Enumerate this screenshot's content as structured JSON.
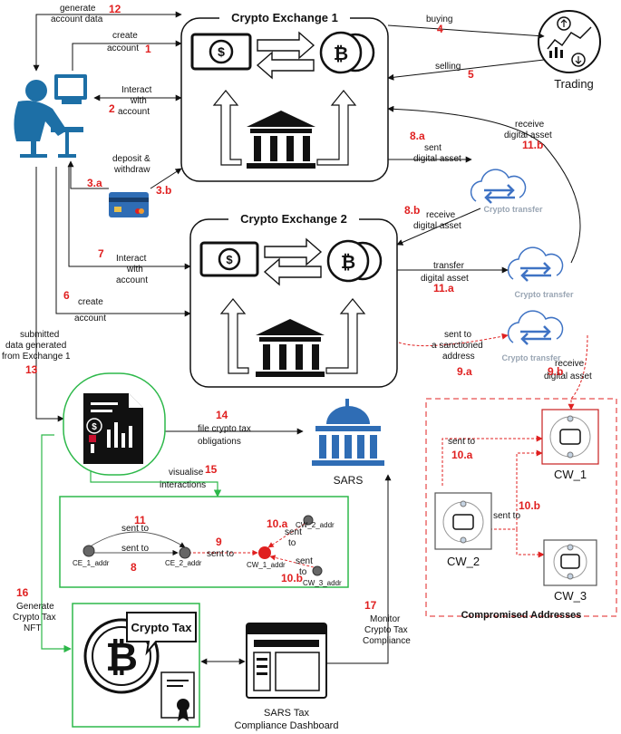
{
  "labels": {
    "generate_account_data_1": "generate",
    "generate_account_data_2": "account data",
    "create_account_a1": "create",
    "create_account_a2": "account",
    "interact_1a": "Interact",
    "interact_1b": "with",
    "interact_1c": "account",
    "deposit_1": "deposit &",
    "deposit_2": "withdraw",
    "buying": "buying",
    "selling": "selling",
    "trading": "Trading",
    "receive_11b_1": "receive",
    "receive_11b_2": "digital asset",
    "sent_8a_1": "sent",
    "sent_8a_2": "digital asset",
    "receive_8b_1": "receive",
    "receive_8b_2": "digital asset",
    "crypto_transfer": "Crypto transfer",
    "interact_2a": "Interact",
    "interact_2b": "with",
    "interact_2c": "account",
    "create_account_b1": "create",
    "create_account_b2": "account",
    "transfer_1": "transfer",
    "transfer_2": "digital asset",
    "sent_sanctioned_1": "sent to",
    "sent_sanctioned_2": "a sanctioned",
    "sent_sanctioned_3": "address",
    "receive_9b_1": "receive",
    "receive_9b_2": "digital asset",
    "submitted_1": "submitted",
    "submitted_2": "data generated",
    "submitted_3": "from Exchange 1",
    "file_tax_1": "file crypto tax",
    "file_tax_2": "obligations",
    "sars": "SARS",
    "visualise_1": "visualise",
    "visualise_2": "interactions",
    "sent_to_10a": "sent to",
    "sent_to_10b": "sent to",
    "generate_nft_1": "Generate",
    "generate_nft_2": "Crypto Tax",
    "generate_nft_3": "NFT",
    "monitor_1": "Monitor",
    "monitor_2": "Crypto Tax",
    "monitor_3": "Compliance",
    "dashboard_1": "SARS Tax",
    "dashboard_2": "Compliance Dashboard",
    "crypto_tax": "Crypto Tax",
    "compromised": "Compromised Addresses"
  },
  "titles": {
    "exchange1": "Crypto Exchange 1",
    "exchange2": "Crypto Exchange 2"
  },
  "numbers": {
    "n12": "12",
    "n1": "1",
    "n2": "2",
    "n3a": "3.a",
    "n3b": "3.b",
    "n4": "4",
    "n5": "5",
    "n8a": "8.a",
    "n11b": "11.b",
    "n8b": "8.b",
    "n7": "7",
    "n6": "6",
    "n11a": "11.a",
    "n9a": "9.a",
    "n9b": "9.b",
    "n13": "13",
    "n14": "14",
    "n15": "15",
    "n10a": "10.a",
    "n10b": "10.b",
    "n16": "16",
    "n17": "17"
  },
  "wallets": {
    "cw1": "CW_1",
    "cw2": "CW_2",
    "cw3": "CW_3"
  },
  "graph": {
    "nodes": [
      "CE_1_addr",
      "CE_2_addr",
      "CW_1_addr",
      "CW_2_addr",
      "CW_3_addr"
    ],
    "edges": [
      {
        "label": "sent to",
        "num": "11"
      },
      {
        "label": "sent to",
        "num": "8"
      },
      {
        "label": "sent to",
        "num": "9"
      },
      {
        "label": "sent",
        "sub": "to",
        "num": "10.a"
      },
      {
        "label": "sent",
        "sub": "to",
        "num": "10.b"
      }
    ]
  },
  "colors": {
    "accent_red": "#e02020",
    "group_green": "#2db84a",
    "cloud_blue": "#3f73c4",
    "person_blue": "#1d6fa6"
  }
}
